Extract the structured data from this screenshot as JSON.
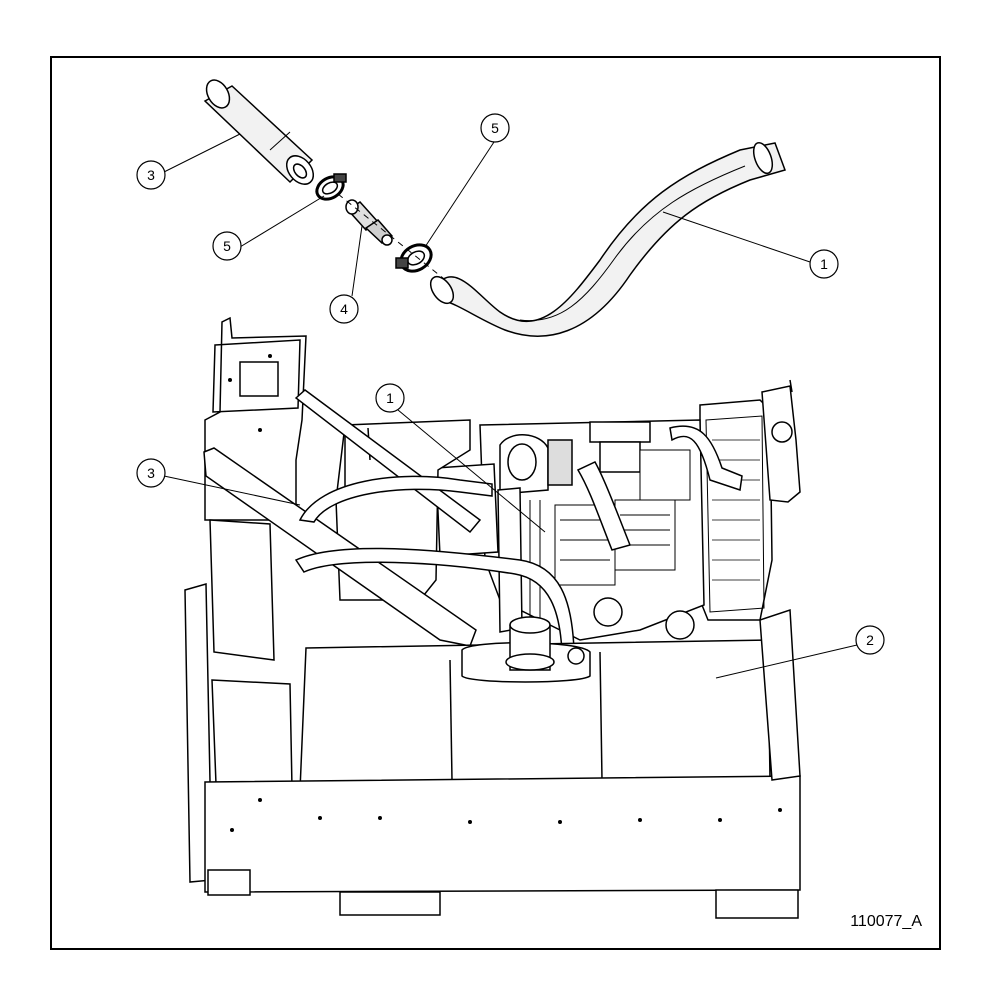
{
  "figure_id": "110077_A",
  "callouts": [
    {
      "id": "exploded-1",
      "label": "1"
    },
    {
      "id": "exploded-3",
      "label": "3"
    },
    {
      "id": "exploded-5-left",
      "label": "5"
    },
    {
      "id": "exploded-5-right",
      "label": "5"
    },
    {
      "id": "exploded-4",
      "label": "4"
    },
    {
      "id": "assembly-1",
      "label": "1"
    },
    {
      "id": "assembly-3",
      "label": "3"
    },
    {
      "id": "assembly-2",
      "label": "2"
    }
  ],
  "colors": {
    "line": "#000000",
    "background": "#ffffff",
    "shade": "#d9d9d9"
  }
}
